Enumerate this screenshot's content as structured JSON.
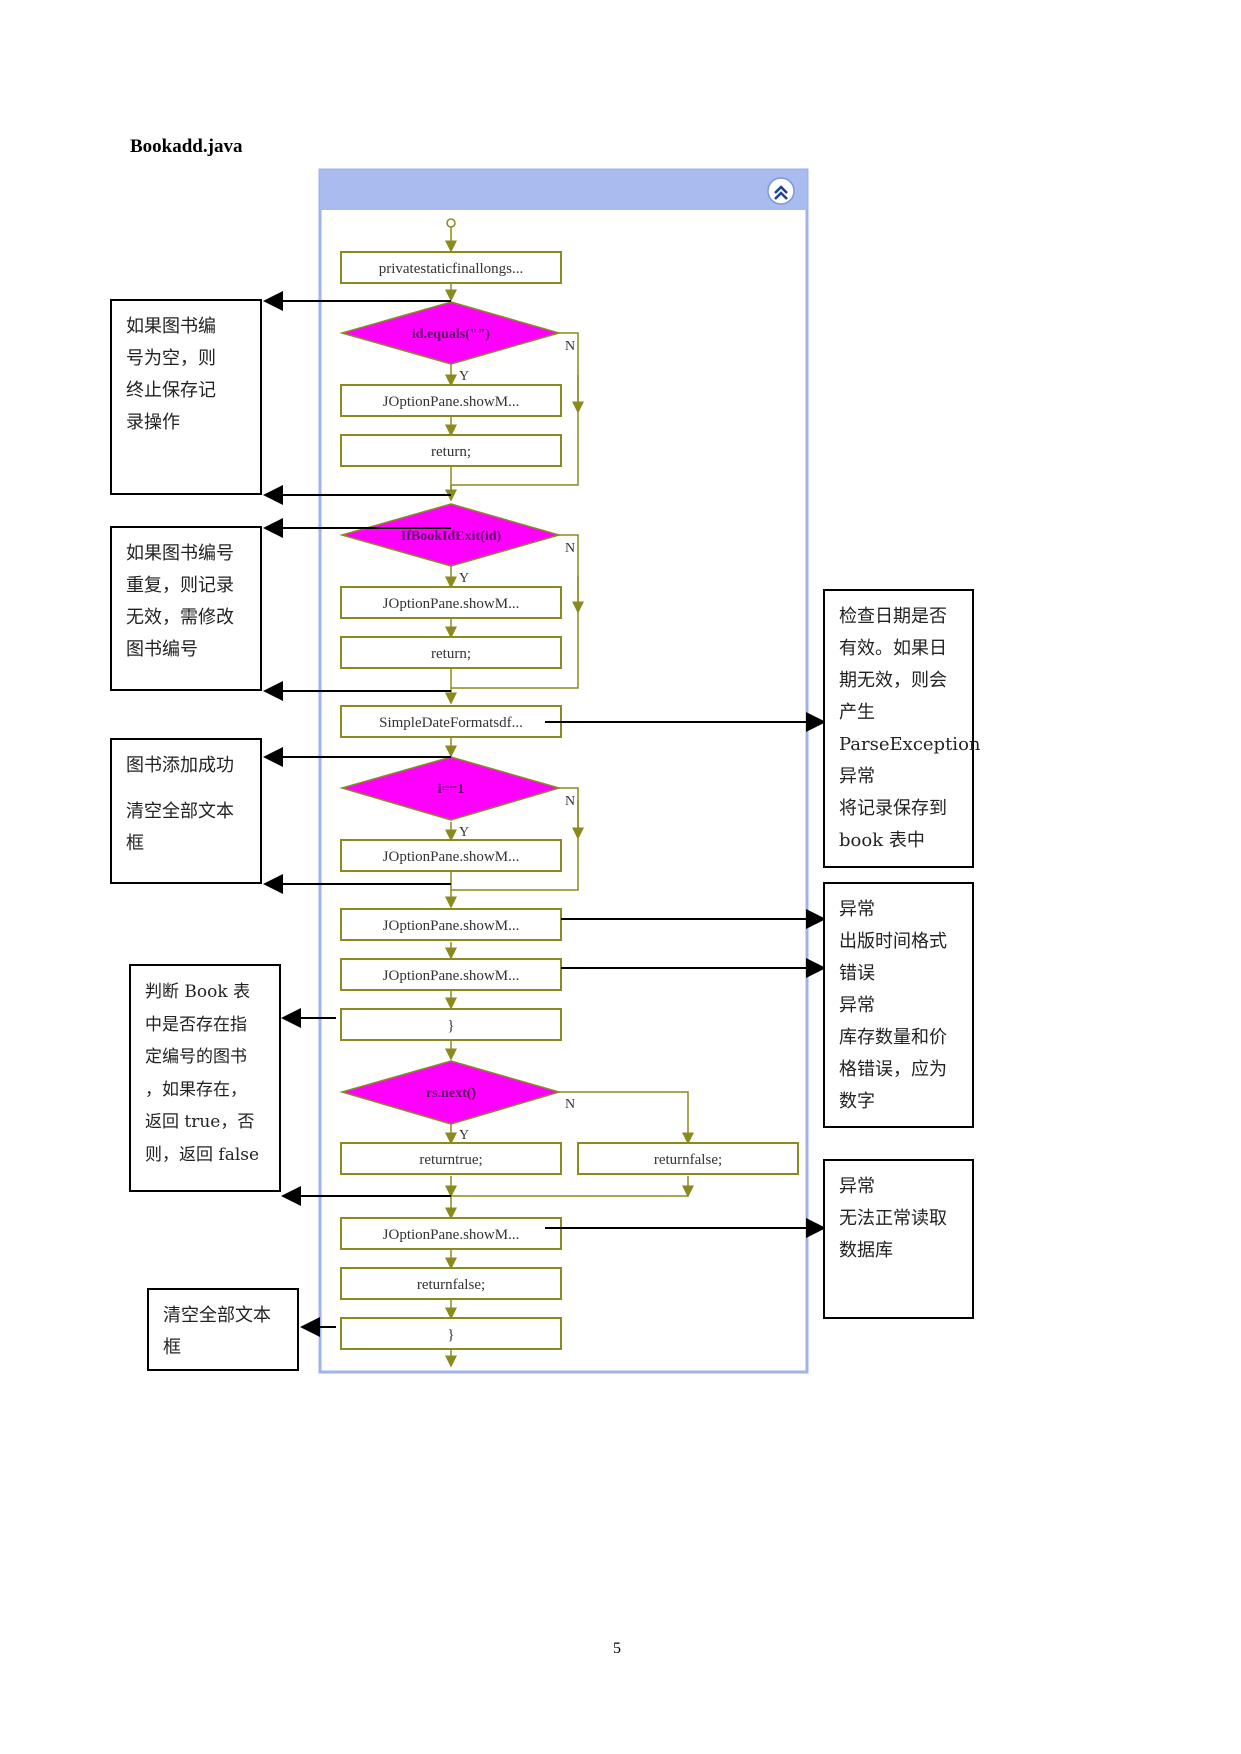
{
  "document": {
    "title": "Bookadd.java",
    "page_number": "5"
  },
  "flowchart": {
    "collapse_icon": "double-chevron-up-icon",
    "colors": {
      "header": "#a9bcf0",
      "border": "#9fb2ea",
      "box": "#8a8a1e",
      "diamond": "#ff00ff",
      "arrow": "#8a8a1e"
    },
    "boxes": [
      "privatestaticfinallongs...",
      "JOptionPane.showM...",
      "return;",
      "JOptionPane.showM...",
      "return;",
      "SimpleDateFormatsdf...",
      "JOptionPane.showM...",
      "JOptionPane.showM...",
      "JOptionPane.showM...",
      "}",
      "returntrue;",
      "returnfalse;",
      "JOptionPane.showM...",
      "returnfalse;",
      "}"
    ],
    "decisions": [
      "id.equals(\"\")",
      "IfBookIdExit(id)",
      "i==1",
      "rs.next()"
    ],
    "yes_label": "Y",
    "no_label": "N"
  },
  "notes": {
    "empty_id": [
      "如果图书编",
      "号为空，则",
      "终止保存记",
      "录操作"
    ],
    "duplicate_id": [
      "如果图书编号",
      "重复，则记录",
      "无效，需修改",
      "图书编号"
    ],
    "add_success": {
      "line1": "图书添加成功",
      "line2": "清空全部文本",
      "line3": "框"
    },
    "check_book": [
      "判断 Book 表",
      "中是否存在指",
      "定编号的图书",
      "，如果存在，",
      "返回 true，否",
      "则，返回 false"
    ],
    "clear_fields": [
      "清空全部文本",
      "框"
    ],
    "date_check": [
      "检查日期是否",
      "有效。如果日",
      "期无效，则会",
      "产生",
      "ParseException",
      "异常",
      "将记录保存到",
      "book 表中"
    ],
    "format_errors": [
      "异常",
      "出版时间格式",
      "错误",
      "异常",
      "库存数量和价",
      "格错误，应为",
      "数字"
    ],
    "db_error": [
      "异常",
      "无法正常读取",
      "数据库"
    ]
  }
}
